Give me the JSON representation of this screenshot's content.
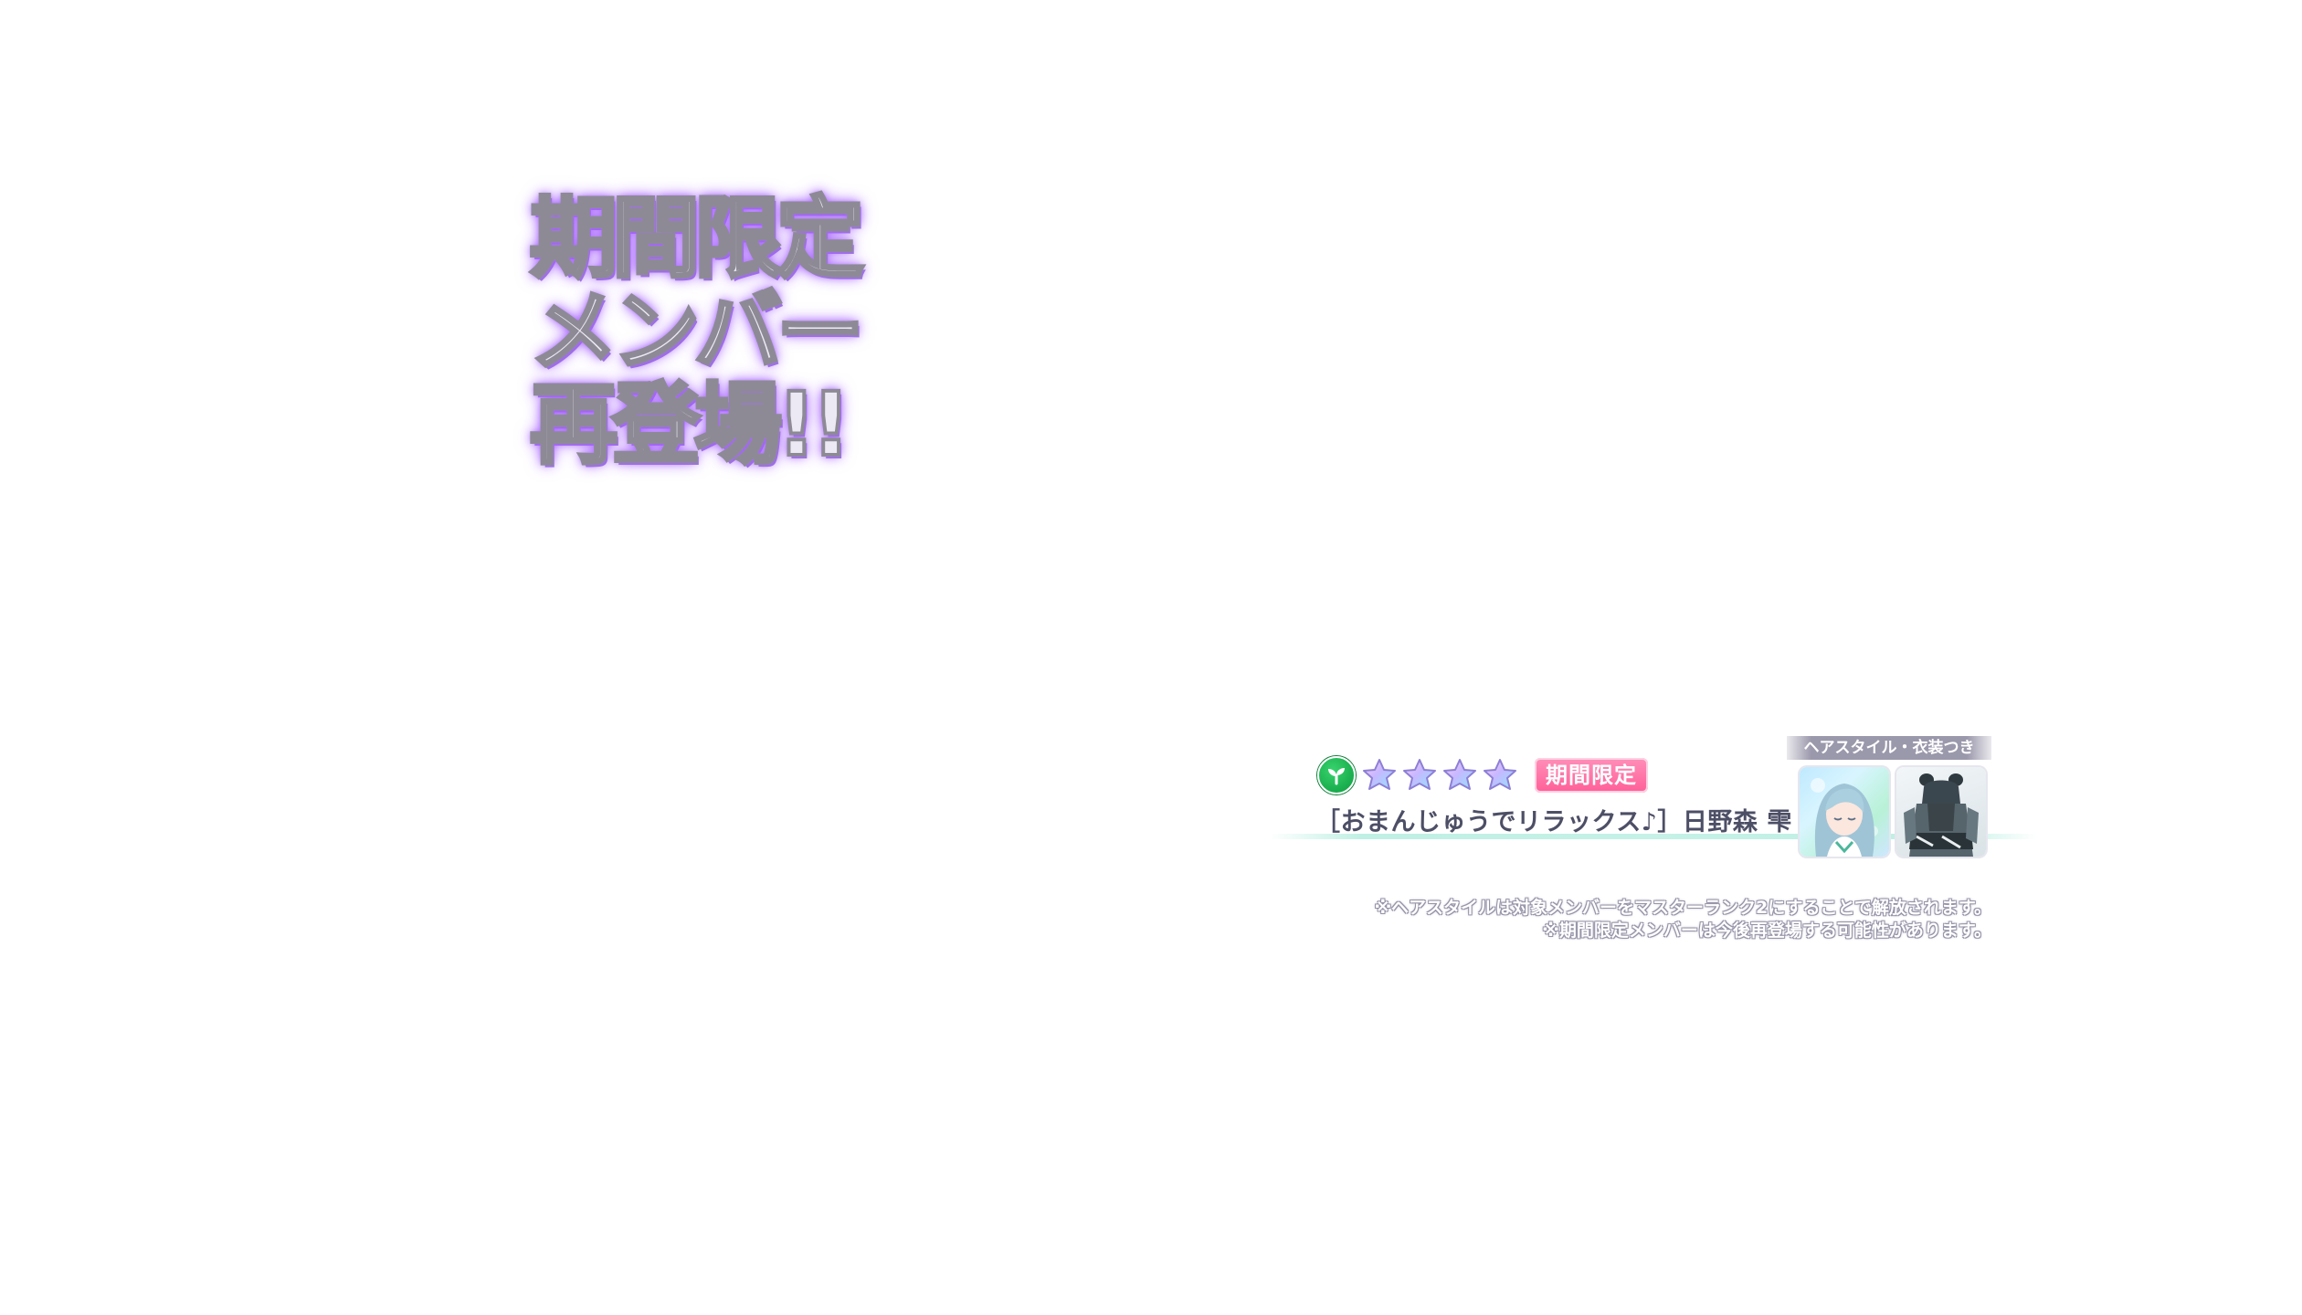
{
  "headline": {
    "lines": [
      "期間限定",
      "メンバー",
      "再登場!!"
    ]
  },
  "card": {
    "attribute_icon": "sprout-icon",
    "rarity_stars": 4,
    "limited_badge": "期間限定",
    "name": "［おまんじゅうでリラックス♪］日野森 雫"
  },
  "unlock": {
    "label": "ヘアスタイル・衣装つき",
    "items": [
      "hairstyle-thumbnail",
      "outfit-thumbnail"
    ]
  },
  "notes": [
    "※ヘアスタイルは対象メンバーをマスターランク2にすることで解放されます。",
    "※期間限定メンバーは今後再登場する可能性があります。"
  ],
  "colors": {
    "headline_glow": "#a45cff",
    "limited_badge": "#ff6fa3",
    "attribute": "#15a84a",
    "name_text": "#4d4f66",
    "underline": "#c5f1e6"
  }
}
